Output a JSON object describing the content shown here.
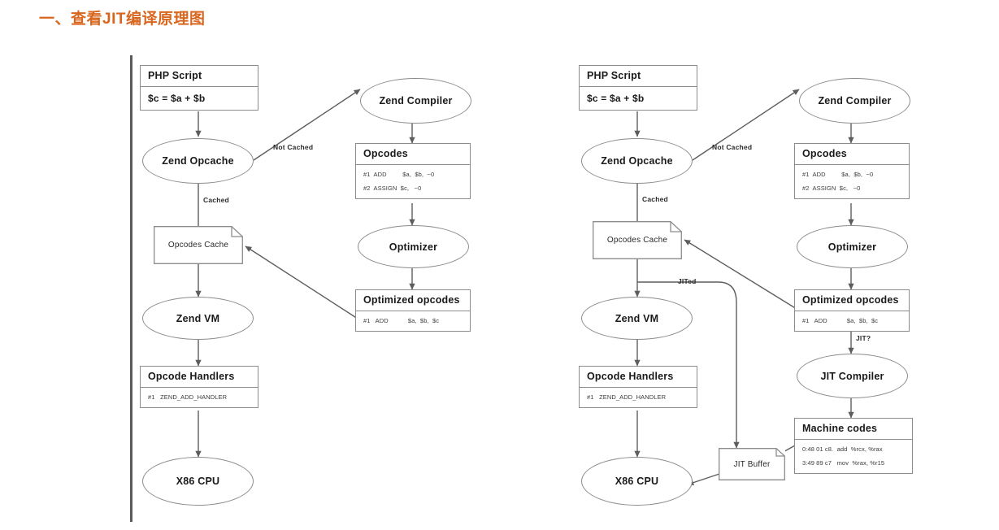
{
  "page": {
    "heading": "一、查看JIT编译原理图",
    "heading_color": "#d9661f",
    "background": "#ffffff"
  },
  "diagrams": [
    {
      "id": "left-diagram",
      "name": "php-opcache-without-jit",
      "nodes": {
        "php_script": {
          "title": "PHP Script",
          "code": "$c = $a + $b"
        },
        "zend_opcache": "Zend Opcache",
        "zend_compiler": "Zend Compiler",
        "opcodes": {
          "title": "Opcodes",
          "rows": [
            "#1  ADD         $a,  $b,  ~0",
            "#2  ASSIGN  $c,   ~0"
          ]
        },
        "optimizer": "Optimizer",
        "optimized_opcodes": {
          "title": "Optimized opcodes",
          "rows": [
            "#1   ADD           $a,  $b,  $c"
          ]
        },
        "opcodes_cache": "Opcodes Cache",
        "zend_vm": "Zend VM",
        "opcode_handlers": {
          "title": "Opcode Handlers",
          "rows": [
            "#1   ZEND_ADD_HANDLER"
          ]
        },
        "x86_cpu": "X86 CPU"
      },
      "edge_labels": {
        "not_cached": "Not Cached",
        "cached": "Cached"
      }
    },
    {
      "id": "right-diagram",
      "name": "php-opcache-with-jit",
      "nodes": {
        "php_script": {
          "title": "PHP Script",
          "code": "$c = $a + $b"
        },
        "zend_opcache": "Zend Opcache",
        "zend_compiler": "Zend Compiler",
        "opcodes": {
          "title": "Opcodes",
          "rows": [
            "#1  ADD         $a,  $b,  ~0",
            "#2  ASSIGN  $c,   ~0"
          ]
        },
        "optimizer": "Optimizer",
        "optimized_opcodes": {
          "title": "Optimized opcodes",
          "rows": [
            "#1   ADD           $a,  $b,  $c"
          ]
        },
        "opcodes_cache": "Opcodes Cache",
        "zend_vm": "Zend VM",
        "opcode_handlers": {
          "title": "Opcode Handlers",
          "rows": [
            "#1   ZEND_ADD_HANDLER"
          ]
        },
        "x86_cpu": "X86 CPU",
        "jit_compiler": "JIT Compiler",
        "machine_codes": {
          "title": "Machine codes",
          "rows": [
            "0:48 01 c8.  add  %rcx, %rax",
            "3:49 89 c7   mov  %rax, %r15"
          ]
        },
        "jit_buffer": "JIT Buffer"
      },
      "edge_labels": {
        "not_cached": "Not Cached",
        "cached": "Cached",
        "jited": "JITed",
        "jit_question": "JIT?"
      }
    }
  ]
}
